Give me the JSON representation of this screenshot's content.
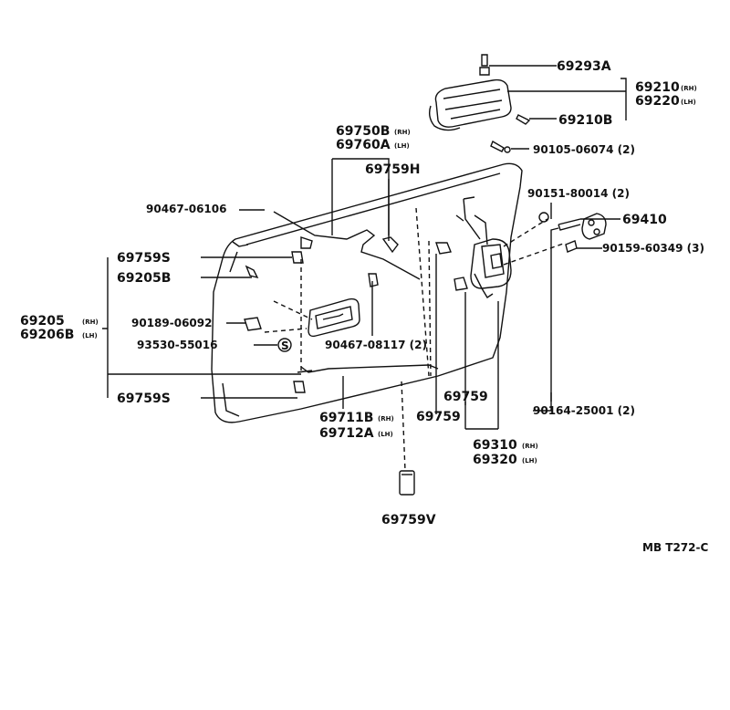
{
  "labels": {
    "p69293A": "69293A",
    "p69210_main": "69210",
    "p69220_main": "69220",
    "rh": "(RH)",
    "lh": "(LH)",
    "p69210B": "69210B",
    "p90105_06074": "90105-06074 (2)",
    "p69750B": "69750B",
    "p69760A": "69760A",
    "p69759H": "69759H",
    "p90467_06106": "90467-06106",
    "p90151_80014": "90151-80014 (2)",
    "p69410": "69410",
    "p90159_60349": "90159-60349 (3)",
    "p69759S_top": "69759S",
    "p69205B": "69205B",
    "p69205": "69205",
    "p69206B": "69206B",
    "p90189_06092": "90189-06092",
    "p93530_55016": "93530-55016",
    "p90467_08117": "90467-08117 (2)",
    "p69759S_bot": "69759S",
    "p69759_a": "69759",
    "p69759_b": "69759",
    "p90164_25001": "90164-25001 (2)",
    "p69711B": "69711B",
    "p69712A": "69712A",
    "p69310": "69310",
    "p69320": "69320",
    "p69759V": "69759V",
    "s_symbol": "S"
  },
  "diagram_code": "MB T272-C"
}
